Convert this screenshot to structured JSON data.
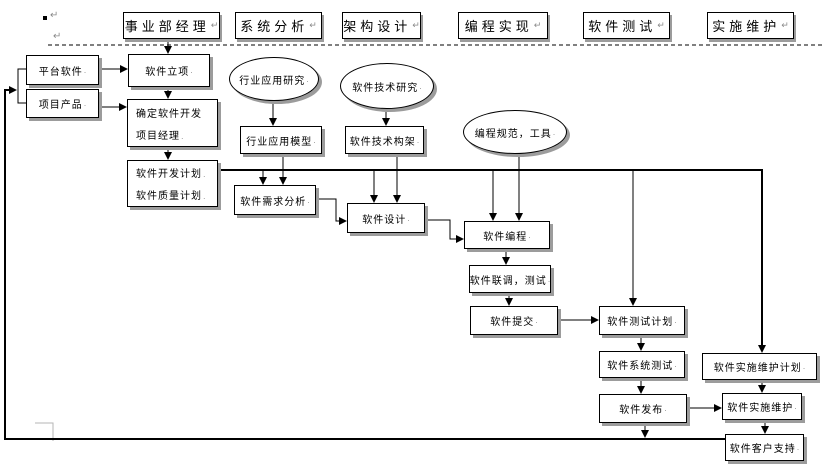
{
  "marks": {
    "bullet": "▪",
    "pilcrow": "↵",
    "dot": "."
  },
  "lanes": {
    "manager": "事业部经理",
    "analysis": "系统分析",
    "architecture": "架构设计",
    "coding": "编程实现",
    "testing": "软件测试",
    "maintenance": "实施维护"
  },
  "nodes": {
    "platform_software": "平台软件",
    "project_product": "项目产品",
    "project_initiation": "软件立项",
    "assign_pm_line1": "确定软件开发",
    "assign_pm_line2": "项目经理",
    "dev_plan_line1": "软件开发计划",
    "dev_plan_line2": "软件质量计划",
    "industry_research": "行业应用研究",
    "industry_model": "行业应用模型",
    "tech_research": "软件技术研究",
    "tech_architecture": "软件技术构架",
    "requirement_analysis": "软件需求分析",
    "software_design": "软件设计",
    "coding_standards": "编程规范，工具",
    "software_coding": "软件编程",
    "integration_test": "软件联调，测试",
    "software_delivery": "软件提交",
    "test_plan": "软件测试计划",
    "system_test": "软件系统测试",
    "software_release": "软件发布",
    "maintenance_plan": "软件实施维护计划",
    "implementation_maintenance": "软件实施维护",
    "customer_support": "软件客户支持"
  },
  "colors": {
    "line": "#000000",
    "shadow": "#9c9c9c",
    "mark": "#8a8a8a",
    "artifact": "#b5b5b5"
  }
}
